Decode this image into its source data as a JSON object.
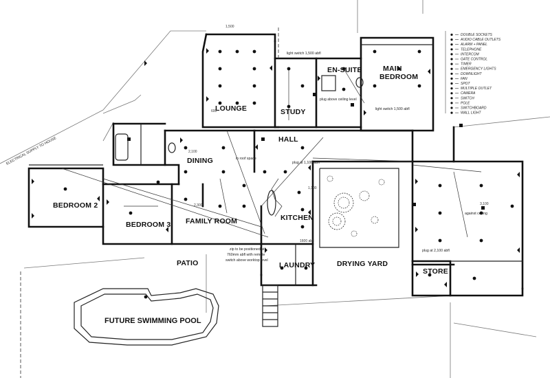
{
  "rooms": {
    "lounge": "LOUNGE",
    "study": "STUDY",
    "en_suite": "EN-SUITE",
    "main_bedroom_line1": "MAIN",
    "main_bedroom_line2": "BEDROOM",
    "hall": "HALL",
    "dining": "DINING",
    "bedroom2": "BEDROOM 2",
    "bedroom3": "BEDROOM 3",
    "family_room": "FAMILY ROOM",
    "kitchen": "KITCHEN",
    "laundry": "LAUNDRY",
    "patio": "PATIO",
    "drying_yard": "DRYING YARD",
    "store": "STORE",
    "pool": "FUTURE SWIMMING POOL"
  },
  "notes": {
    "switch_1": "light switch 1,500 abfl",
    "switch_2": "light switch 1,500 abfl",
    "study_plug": "plug above ceiling level",
    "plug_hall": "plug at 1,100 abfl",
    "roof_space": "in roof space",
    "laundry_1": "zip to be positioned at",
    "laundry_2": "760mm abfl with remote",
    "laundry_3": "switch above worktop level",
    "plug_right": "plug at 2,100 abfl",
    "against_ceiling": "against ceiling",
    "dim_1500": "1,500",
    "dim_2100": "2,100",
    "dim_2300": "2,300",
    "dim_600": "600",
    "dim_1100": "1,100",
    "dim_3100": "3,100",
    "dim_1600": "1600 abfl",
    "side_note": "ELECTRICAL SUPPLY TO HOUSE"
  },
  "legend": [
    "DOUBLE SOCKETS",
    "AUDIO CABLE OUTLETS",
    "ALARM + PANEL",
    "TELEPHONE",
    "INTERCOM",
    "GATE CONTROL",
    "TIMER",
    "EMERGENCY LIGHTS",
    "DOWNLIGHT",
    "FAN",
    "SPOT",
    "MULTIPLE OUTLET",
    "CAMERA",
    "SWITCH",
    "POLE",
    "SWITCHBOARD",
    "WALL LIGHT"
  ]
}
